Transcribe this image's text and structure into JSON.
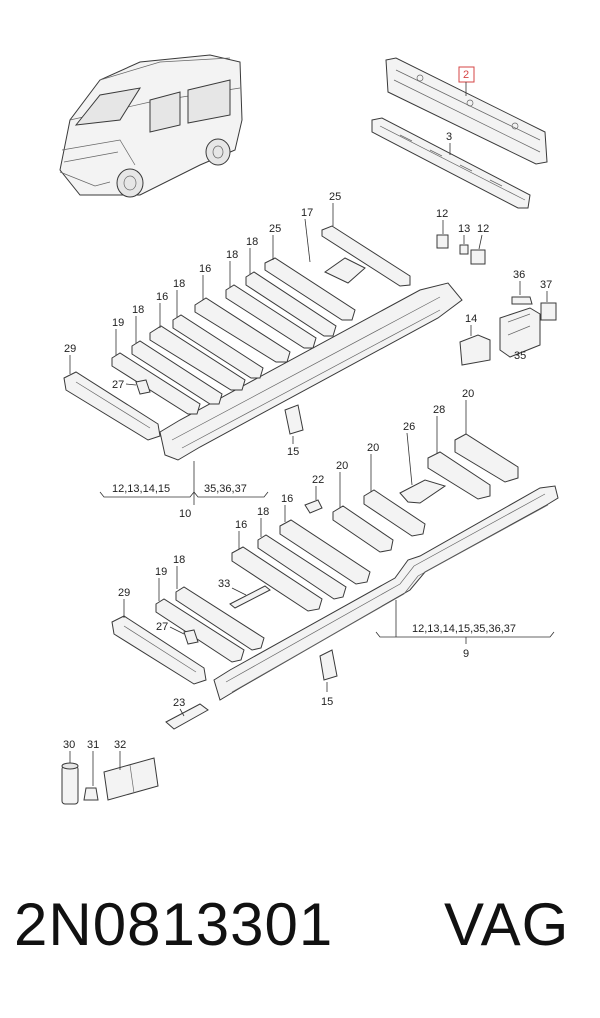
{
  "callouts": {
    "c2": "2",
    "c3": "3",
    "c12a": "12",
    "c13a": "13",
    "c12b": "12",
    "c36a": "36",
    "c37a": "37",
    "c14a": "14",
    "c35a": "35",
    "c25a": "25",
    "c17": "17",
    "c25b": "25",
    "c18a": "18",
    "c18b": "18",
    "c16a": "16",
    "c18c": "18",
    "c16b": "16",
    "c18d": "18",
    "c19a": "19",
    "c29a": "29",
    "c27a": "27",
    "c15a": "15",
    "c20a": "20",
    "c28": "28",
    "c26": "26",
    "c20b": "20",
    "c20c": "20",
    "c22": "22",
    "c16c": "16",
    "c18e": "18",
    "c16d": "16",
    "c33": "33",
    "c18f": "18",
    "c19b": "19",
    "c29b": "29",
    "c27b": "27",
    "c15b": "15",
    "c23": "23",
    "c30": "30",
    "c31": "31",
    "c32": "32"
  },
  "groups": {
    "upper_left": "12,13,14,15",
    "upper_right": "35,36,37",
    "upper_main": "10",
    "lower_list": "12,13,14,15,35,36,37",
    "lower_main": "9"
  },
  "caption": {
    "part_number": "2N0813301",
    "brand": "VAG"
  },
  "colors": {
    "highlight": "#d64545",
    "ink": "#333333"
  }
}
